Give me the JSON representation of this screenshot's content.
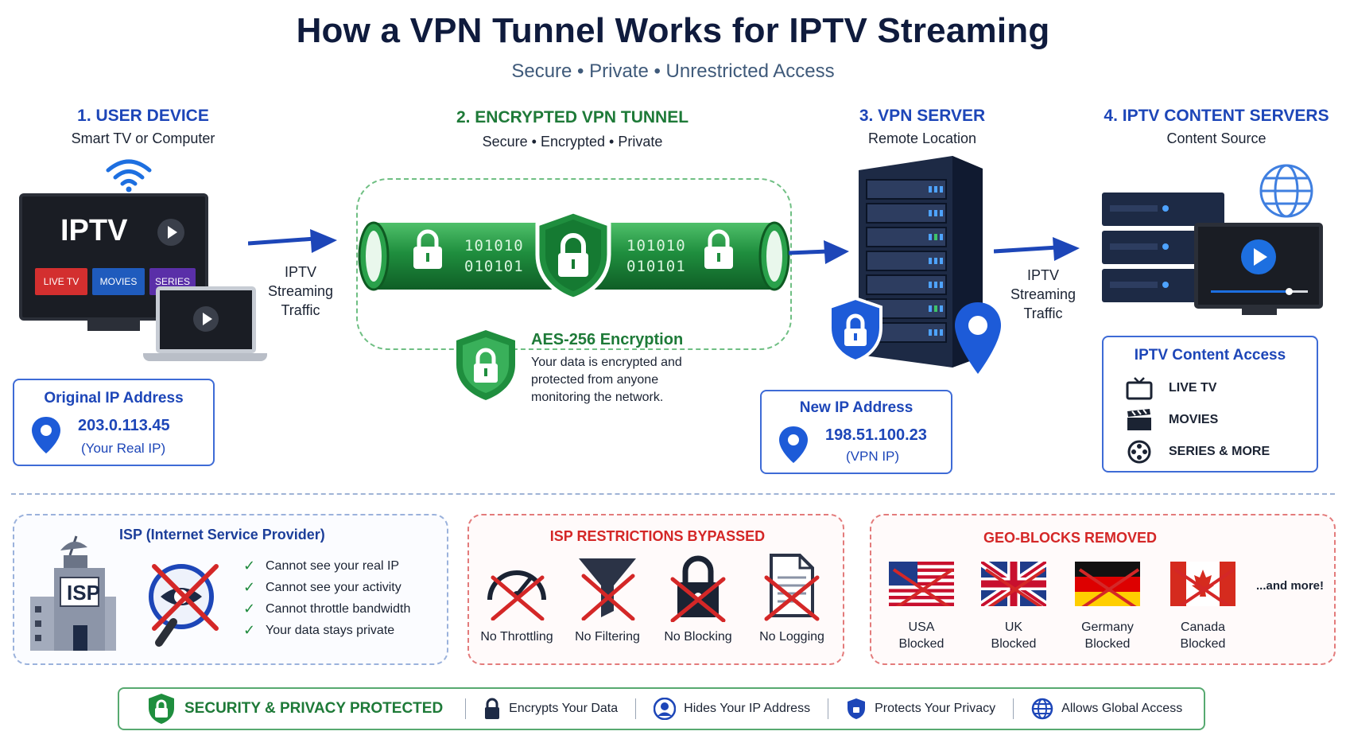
{
  "header": {
    "title": "How a VPN Tunnel Works for IPTV Streaming",
    "subtitle": "Secure • Private • Unrestricted Access"
  },
  "steps": {
    "user_device": {
      "title": "1. USER DEVICE",
      "subtitle": "Smart TV or Computer"
    },
    "tunnel": {
      "title": "2. ENCRYPTED VPN TUNNEL",
      "subtitle": "Secure • Encrypted • Private"
    },
    "vpn_server": {
      "title": "3. VPN SERVER",
      "subtitle": "Remote Location"
    },
    "content_servers": {
      "title": "4. IPTV CONTENT SERVERS",
      "subtitle": "Content Source"
    }
  },
  "tv": {
    "logo": "IPTV",
    "tiles": [
      "LIVE TV",
      "MOVIES",
      "SERIES"
    ]
  },
  "flow_labels": {
    "left_line1": "IPTV",
    "left_line2": "Streaming",
    "left_line3": "Traffic",
    "right_line1": "IPTV",
    "right_line2": "Streaming",
    "right_line3": "Traffic"
  },
  "tunnel_binary": {
    "left_top": "101010",
    "left_bottom": "010101",
    "right_top": "101010",
    "right_bottom": "010101"
  },
  "encryption": {
    "title": "AES-256 Encryption",
    "line1": "Your data is encrypted and",
    "line2": "protected from anyone",
    "line3": "monitoring the network."
  },
  "original_ip": {
    "title": "Original IP Address",
    "ip": "203.0.113.45",
    "note": "(Your Real IP)"
  },
  "new_ip": {
    "title": "New IP Address",
    "ip": "198.51.100.23",
    "note": "(VPN IP)"
  },
  "content_access": {
    "title": "IPTV Content Access",
    "items": [
      "LIVE TV",
      "MOVIES",
      "SERIES & MORE"
    ]
  },
  "isp_panel": {
    "title": "ISP (Internet Service Provider)",
    "building_label": "ISP",
    "items": [
      "Cannot see your real IP",
      "Cannot see your activity",
      "Cannot throttle bandwidth",
      "Your data stays private"
    ]
  },
  "restrictions_panel": {
    "title": "ISP RESTRICTIONS BYPASSED",
    "items": [
      "No Throttling",
      "No Filtering",
      "No Blocking",
      "No Logging"
    ]
  },
  "geo_panel": {
    "title": "GEO-BLOCKS REMOVED",
    "countries": [
      {
        "name": "USA",
        "status": "Blocked"
      },
      {
        "name": "UK",
        "status": "Blocked"
      },
      {
        "name": "Germany",
        "status": "Blocked"
      },
      {
        "name": "Canada",
        "status": "Blocked"
      }
    ],
    "more": "...and more!"
  },
  "bottom_bar": {
    "title": "SECURITY & PRIVACY PROTECTED",
    "items": [
      "Encrypts Your Data",
      "Hides Your IP Address",
      "Protects Your Privacy",
      "Allows Global Access"
    ]
  },
  "colors": {
    "blue": "#1d46b8",
    "green": "#1e7a38",
    "red": "#d42727",
    "navy": "#0f1b3d"
  }
}
